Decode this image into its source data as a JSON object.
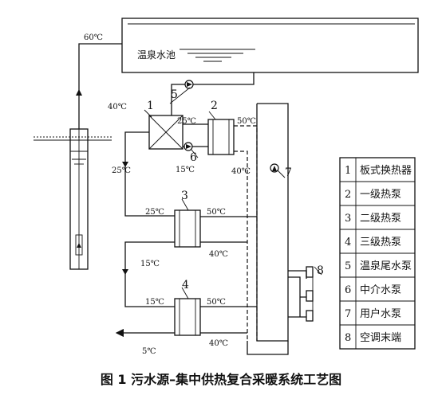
{
  "temps": {
    "t60_top": "60℃",
    "t40_pool": "40℃",
    "t25_hx": "25℃",
    "t50_hp2": "50℃",
    "t25_left": "25℃",
    "t15_pump6": "15℃",
    "t40_hp2": "40℃",
    "t25_hp3": "25℃",
    "t50_hp3": "50℃",
    "t40_hp3": "40℃",
    "t15_mid": "15℃",
    "t15_hp4": "15℃",
    "t50_hp4": "50℃",
    "t40_hp4": "40℃",
    "t5_out": "5℃"
  },
  "pool_label": "温泉水池",
  "labels": {
    "n1": "1",
    "n2": "2",
    "n3": "3",
    "n4": "4",
    "n5": "5",
    "n6": "6",
    "n7": "7",
    "n8": "8"
  },
  "legend": [
    {
      "num": "1",
      "text": "板式换热器"
    },
    {
      "num": "2",
      "text": "一级热泵"
    },
    {
      "num": "3",
      "text": "二级热泵"
    },
    {
      "num": "4",
      "text": "三级热泵"
    },
    {
      "num": "5",
      "text": "温泉尾水泵"
    },
    {
      "num": "6",
      "text": "中介水泵"
    },
    {
      "num": "7",
      "text": "用户水泵"
    },
    {
      "num": "8",
      "text": "空调末端"
    }
  ],
  "caption": "图 1 污水源–集中供热复合采暖系统工艺图"
}
